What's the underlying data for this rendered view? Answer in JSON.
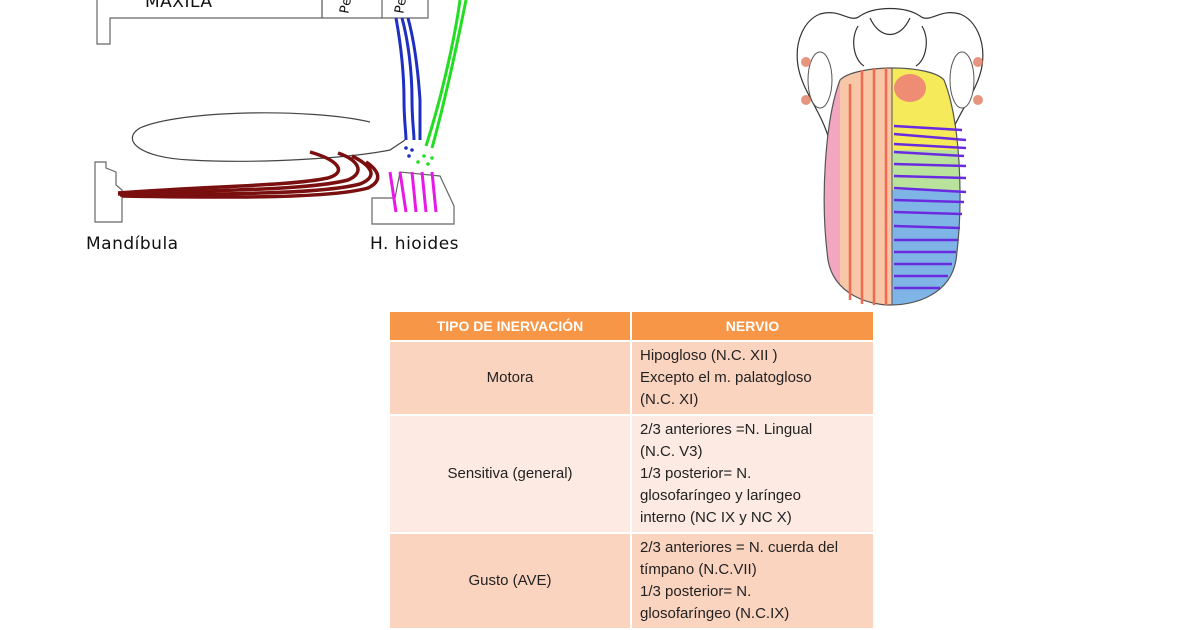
{
  "diagram": {
    "labels": {
      "maxila": "MAXILA",
      "mandibula": "Mandíbula",
      "hioides": "H.  hioides",
      "proc_1": "Pe",
      "proc_2": "Pe"
    },
    "colors": {
      "hipogloso": "#7a0f0f",
      "blue": "#1f2fc2",
      "green": "#22dd22",
      "magenta": "#e619e6"
    }
  },
  "table": {
    "headers": [
      "TIPO DE INERVACIÓN",
      "NERVIO"
    ],
    "header_color": "#f79646",
    "row_colors": [
      "#fbd4c0",
      "#fdebe3"
    ],
    "rows": [
      {
        "type": "Motora",
        "nerve_lines": [
          "Hipogloso (N.C. XII )",
          "Excepto el m. palatogloso",
          "(N.C. XI)"
        ]
      },
      {
        "type": "Sensitiva (general)",
        "nerve_lines": [
          "2/3 anteriores =N. Lingual",
          "(N.C. V3)",
          "1/3 posterior= N.",
          "glosofaríngeo y laríngeo",
          "interno (NC IX  y NC X)"
        ]
      },
      {
        "type": "Gusto (AVE)",
        "nerve_lines": [
          "2/3 anteriores = N. cuerda del",
          "tímpano (N.C.VII)",
          "1/3 posterior=  N.",
          "glosofaríngeo (N.C.IX)"
        ]
      }
    ]
  }
}
